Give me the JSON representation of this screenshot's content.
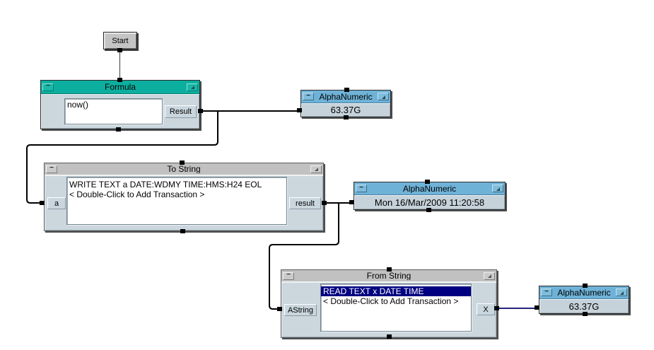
{
  "window": {
    "background": "#FFFFFF"
  },
  "icons": {
    "minimize": "−",
    "expand": "expand-triangle"
  },
  "colors": {
    "formula_title": "#0CAF9F",
    "alphanumeric_title": "#6FB2D7",
    "string_title": "#C1C1C1",
    "block_body": "#CBD6DD",
    "selection_background": "#000080",
    "selection_text": "#FFFFFF",
    "wire": "#000000",
    "wire_alt": "#24247C"
  },
  "blocks": {
    "start": {
      "label": "Start"
    },
    "formula": {
      "title": "Formula",
      "expression": "now()",
      "output_port": "Result"
    },
    "alphanumeric_top": {
      "title": "AlphaNumeric",
      "value": "63.37G"
    },
    "to_string": {
      "title": "To String",
      "input_port": "a",
      "output_port": "result",
      "transactions": [
        "WRITE TEXT a DATE:WDMY TIME:HMS:H24 EOL",
        "< Double-Click to Add Transaction >"
      ]
    },
    "alphanumeric_middle": {
      "title": "AlphaNumeric",
      "value": "Mon 16/Mar/2009 11:20:58"
    },
    "from_string": {
      "title": "From String",
      "input_port": "AString",
      "output_port": "X",
      "transactions": [
        "READ TEXT x DATE TIME",
        "< Double-Click to Add Transaction >"
      ]
    },
    "alphanumeric_bottom": {
      "title": "AlphaNumeric",
      "value": "63.37G"
    }
  }
}
